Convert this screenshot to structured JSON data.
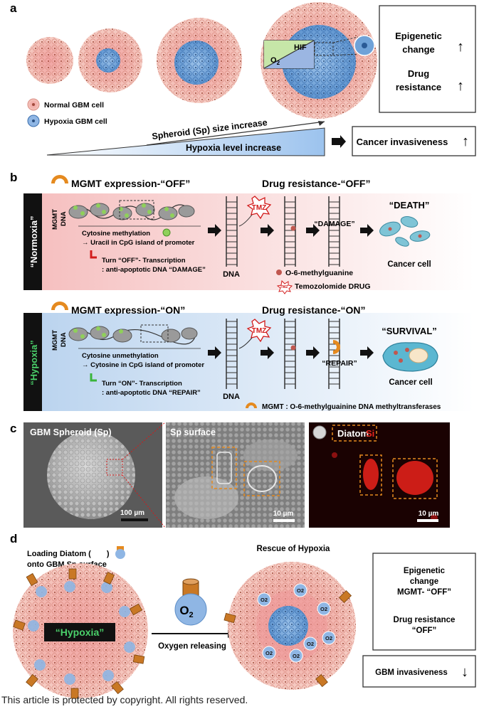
{
  "panel_a": {
    "letter": "a",
    "o2": "O",
    "o2_sub": "2",
    "hif": "HIF",
    "legend_normal": "Normal GBM cell",
    "legend_hypoxia": "Hypoxia GBM cell",
    "wedge_top": "Spheroid (Sp) size increase",
    "wedge_bottom": "Hypoxia level increase",
    "box_line1": "Epigenetic",
    "box_line2": "change",
    "box_line3": "Drug",
    "box_line4": "resistance",
    "invasiveness": "Cancer invasiveness",
    "up_arrow": "↑"
  },
  "panel_b": {
    "letter": "b",
    "normoxia": {
      "side_label": "“Normoxia”",
      "header_expr": "MGMT expression-“OFF”",
      "header_res": "Drug resistance-“OFF”",
      "dna_label_1": "MGMT",
      "dna_label_2": "DNA",
      "methyl_1": "Cytosine methylation",
      "methyl_2": "→ Uracil in CpG island of promoter",
      "turn_1": "Turn “OFF”- Transcription",
      "turn_2": ": anti-apoptotic DNA “DAMAGE”",
      "tmz": "TMZ",
      "dna": "DNA",
      "damage": "“DAMAGE”",
      "outcome": "“DEATH”",
      "cell": "Cancer cell",
      "legend_o6": "O-6-methylguanine",
      "legend_tmz_icon": "TMZ",
      "legend_tmz": "Temozolomide DRUG"
    },
    "hypoxia": {
      "side_label": "“Hypoxia”",
      "header_expr": "MGMT expression-“ON”",
      "header_res": "Drug resistance-“ON”",
      "dna_label_1": "MGMT",
      "dna_label_2": "DNA",
      "methyl_1": "Cytosine unmethylation",
      "methyl_2": "→ Cytosine in CpG island of promoter",
      "turn_1": "Turn “ON”- Transcription",
      "turn_2": ": anti-apoptotic DNA “REPAIR”",
      "tmz": "TMZ",
      "dna": "DNA",
      "repair": "“REPAIR”",
      "outcome": "“SURVIVAL”",
      "cell": "Cancer cell",
      "legend_mgmt": "MGMT : O-6-methylguainine  DNA methyltransferases"
    }
  },
  "panel_c": {
    "letter": "c",
    "img1_title": "GBM Spheroid (Sp)",
    "img1_scale": "100 µm",
    "img2_title": "Sp surface",
    "img2_scale": "10 µm",
    "img3_title": "Diatom",
    "img3_si": "Si",
    "img3_scale": "10 µm"
  },
  "panel_d": {
    "letter": "d",
    "loading_1a": "Loading Diatom (",
    "loading_1b": ")",
    "loading_2": "onto GBM Sp surface",
    "hypoxia_label": "“Hypoxia”",
    "o2": "O",
    "o2_sub": "2",
    "arrow_label": "Oxygen releasing",
    "rescue": "Rescue of Hypoxia",
    "box_1": "Epigenetic",
    "box_2": "change",
    "box_3": "MGMT- “OFF”",
    "box_4": "Drug resistance",
    "box_5": "“OFF”",
    "invasiveness": "GBM invasiveness",
    "down_arrow": "↓"
  },
  "footer": "This article is protected by copyright. All rights reserved."
}
